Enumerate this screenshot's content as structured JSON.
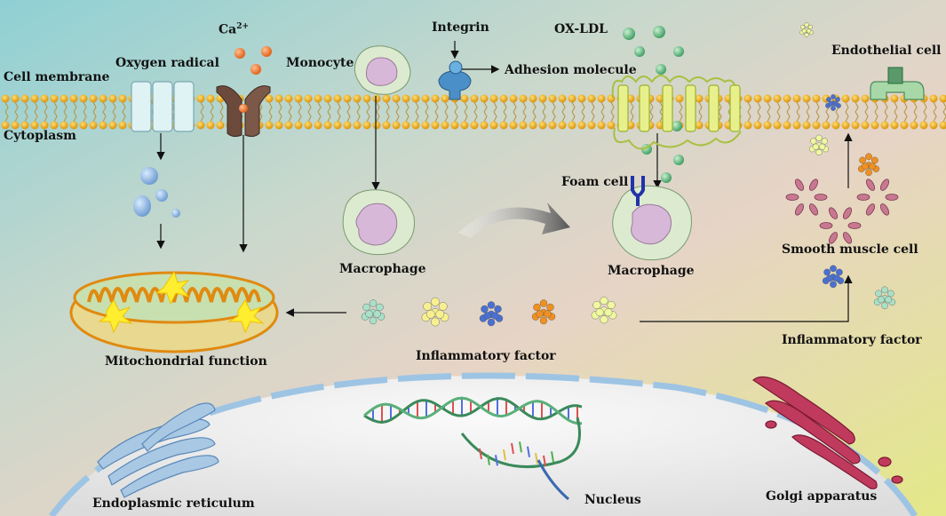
{
  "labels": {
    "cell_membrane": "Cell membrane",
    "cytoplasm": "Cytoplasm",
    "oxygen_radical": "Oxygen radical",
    "calcium": "Ca",
    "calcium_charge": "2+",
    "monocyte": "Monocyte",
    "integrin": "Integrin",
    "adhesion_molecule": "Adhesion molecule",
    "ox_ldl": "OX-LDL",
    "endothelial_cell": "Endothelial cell",
    "foam_cell": "Foam cell",
    "macrophage_left": "Macrophage",
    "macrophage_right": "Macrophage",
    "smooth_muscle_cell": "Smooth muscle cell",
    "mitochondrial_function": "Mitochondrial function",
    "inflammatory_factor_center": "Inflammatory factor",
    "inflammatory_factor_right": "Inflammatory factor",
    "endoplasmic_reticulum": "Endoplasmic reticulum",
    "nucleus": "Nucleus",
    "golgi_apparatus": "Golgi apparatus"
  },
  "colors": {
    "membrane_bead": "#f2a900",
    "membrane_tail": "#c8a040",
    "ox_ldl": "#4fae73",
    "calcium": "#f07a2a",
    "oxygen_radical": "#8fb8e8",
    "channel": "#d8eef0",
    "calcium_channel": "#6b4a3c",
    "integrin": "#3a7fb5",
    "cell_body": "#dcebd0",
    "cell_nucleus": "#d8b8d8",
    "receptor": "#e8f08c",
    "foam_receptor": "#2233aa",
    "mitochondria_outer": "#e89a20",
    "mitochondria_inner": "#e8d890",
    "nucleus_fill": "#f0f0f0",
    "nuclear_envelope": "#8eb8e0",
    "golgi": "#b83a5a",
    "er": "#8ab4d8",
    "smooth_muscle": "#c87890"
  },
  "inflammatory_factor_colors": [
    "#a8e0c8",
    "#f8f090",
    "#4a70d0",
    "#f09020",
    "#f0f8a0"
  ]
}
